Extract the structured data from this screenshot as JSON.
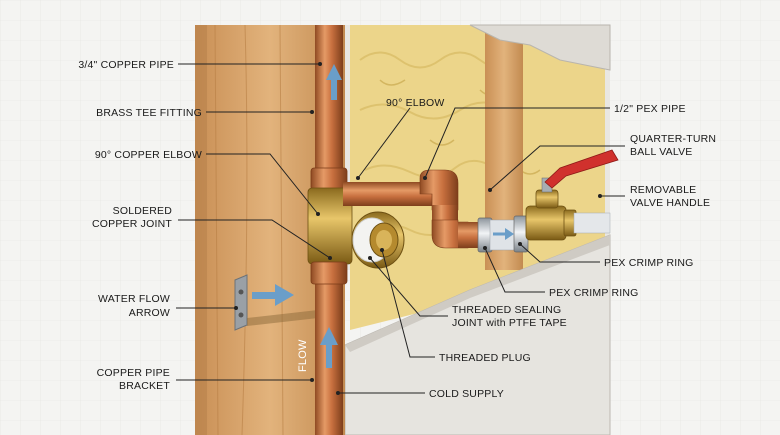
{
  "labels": {
    "copper_pipe": "3/4\" COPPER PIPE",
    "brass_tee": "BRASS TEE FITTING",
    "copper_elbow": "90° COPPER ELBOW",
    "soldered_1": "SOLDERED",
    "soldered_2": "COPPER JOINT",
    "water_flow_1": "WATER FLOW",
    "water_flow_2": "ARROW",
    "bracket_1": "COPPER PIPE",
    "bracket_2": "BRACKET",
    "elbow_90": "90° ELBOW",
    "pex_pipe": "1/2\" PEX PIPE",
    "ball_valve_1": "QUARTER-TURN",
    "ball_valve_2": "BALL VALVE",
    "handle_1": "REMOVABLE",
    "handle_2": "VALVE HANDLE",
    "crimp_ring_a": "PEX CRIMP RING",
    "crimp_ring_b": "PEX CRIMP RING",
    "sealing_1": "THREADED SEALING",
    "sealing_2": "JOINT with PTFE TAPE",
    "threaded_plug": "THREADED PLUG",
    "cold_supply": "COLD SUPPLY",
    "flow": "FLOW"
  },
  "colors": {
    "copper": "#c8703f",
    "wood": "#d8a66c",
    "insulation": "#ecd58a",
    "drywall": "#e6e4df",
    "flow_arrow": "#6a9ec9",
    "valve_handle": "#d0312d",
    "brass": "#c9a24a"
  }
}
